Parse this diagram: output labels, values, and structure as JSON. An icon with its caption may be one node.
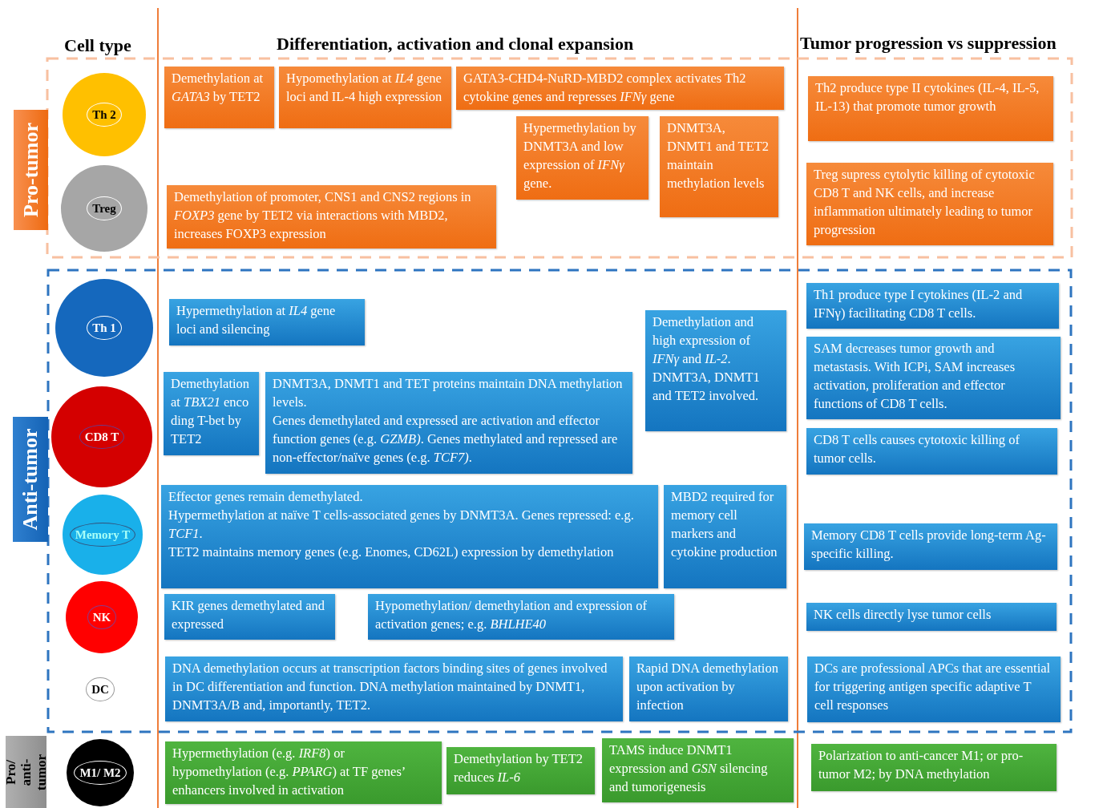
{
  "diagram": {
    "nodes": [
      {
        "text": [
          "Pro-tumor"
        ]
      },
      {
        "text": [
          "Th 2"
        ]
      },
      {
        "text": [
          "Treg"
        ]
      },
      {
        "text": [
          "Demethylation at *GATA3* by TET2"
        ]
      },
      {
        "text": [
          "Hypomethylation at *IL4* gene loci and IL-4 high expression"
        ]
      },
      {
        "text": [
          "GATA3-CHD4-NuRD-MBD2 complex activates Th2 cytokine genes and represses *IFNγ* gene"
        ]
      },
      {
        "text": [
          "Hypermethylation by DNMT3A and low expression of *IFNγ* gene."
        ]
      },
      {
        "text": [
          "DNMT3A, DNMT1 and TET2 maintain methylation levels"
        ]
      },
      {
        "text": [
          "Demethylation of promoter, CNS1 and CNS2 regions in *FOXP3* gene by TET2 via interactions with MBD2, increases FOXP3 expression"
        ]
      },
      {
        "text": [
          "Th2 produce type II cytokines (IL-4, IL-5, IL-13) that promote tumor growth"
        ]
      },
      {
        "text": [
          "Treg supress cytolytic killing of cytotoxic CD8 T and NK cells, and increase inflammation ultimately leading to tumor progression"
        ]
      },
      {
        "text": [
          "Anti-tumor"
        ]
      },
      {
        "text": [
          "Th 1"
        ]
      },
      {
        "text": [
          "CD8 T"
        ]
      },
      {
        "text": [
          "Memory T"
        ]
      },
      {
        "text": [
          "NK"
        ]
      },
      {
        "text": [
          "DC"
        ]
      },
      {
        "text": [
          "Hypermethylation at *IL4* gene loci and silencing"
        ]
      },
      {
        "text": [
          "Demethylation and high expression of *IFNγ* and *IL-2*.",
          "DNMT3A, DNMT1 and TET2 involved."
        ]
      },
      {
        "text": [
          "Demethylation at *TBX21* encoding T-bet by TET2"
        ]
      },
      {
        "text": [
          "DNMT3A, DNMT1 and TET proteins maintain DNA methylation levels.",
          "Genes demethylated and expressed are activation and effector function genes (e.g. *GZMB)*. Genes methylated and repressed are non-effector/naïve genes (e.g. *TCF7)*."
        ]
      },
      {
        "text": [
          "Effector genes remain demethylated.",
          "Hypermethylation at naïve T cells-associated genes by DNMT3A. Genes repressed: e.g. *TCF1*.",
          "TET2 maintains memory genes (e.g. Enomes, CD62L) expression by demethylation"
        ]
      },
      {
        "text": [
          "MBD2 required for memory cell markers and cytokine production"
        ]
      },
      {
        "text": [
          "KIR genes demethylated and expressed"
        ]
      },
      {
        "text": [
          "Hypomethylation/ demethylation and expression of activation genes; e.g. *BHLHE40*"
        ]
      },
      {
        "text": [
          "DNA demethylation occurs at transcription factors binding sites of genes involved in DC differentiation and function. DNA methylation maintained by DNMT1, DNMT3A/B and, importantly, TET2."
        ]
      },
      {
        "text": [
          "Rapid DNA demethylation upon activation by infection"
        ]
      },
      {
        "text": [
          "Th1 produce type I cytokines (IL-2 and IFNγ) facilitating CD8 T cells."
        ]
      },
      {
        "text": [
          "SAM decreases tumor growth and metastasis. With ICPi, SAM increases activation, proliferation and effector functions of CD8 T cells."
        ]
      },
      {
        "text": [
          "CD8 T cells causes cytotoxic killing of tumor cells."
        ]
      },
      {
        "text": [
          "Memory CD8 T cells provide long-term Ag-specific killing."
        ]
      },
      {
        "text": [
          "NK cells directly lyse tumor cells"
        ]
      },
      {
        "text": [
          "DCs are professional APCs that are essential for triggering antigen specific adaptive T cell responses"
        ]
      },
      {
        "text": [
          "Pro/ anti-tumor"
        ]
      },
      {
        "text": [
          "M1/ M2"
        ]
      },
      {
        "text": [
          "Hypermethylation (e.g. *IRF8*) or hypomethylation (e.g. *PPARG*) at TF genes’ enhancers involved in activation"
        ]
      },
      {
        "text": [
          "Demethylation by TET2 reduces *IL-6*"
        ]
      },
      {
        "text": [
          "TAMS induce DNMT1 expression and *GSN* silencing and tumorigenesis"
        ]
      },
      {
        "text": [
          "Polarization to anti-cancer M1; or pro-tumor M2; by DNA methylation"
        ]
      }
    ],
    "labels": [
      "Cell type",
      "Differentiation, activation and clonal expansion",
      "Tumor progression vs suppression"
    ]
  }
}
